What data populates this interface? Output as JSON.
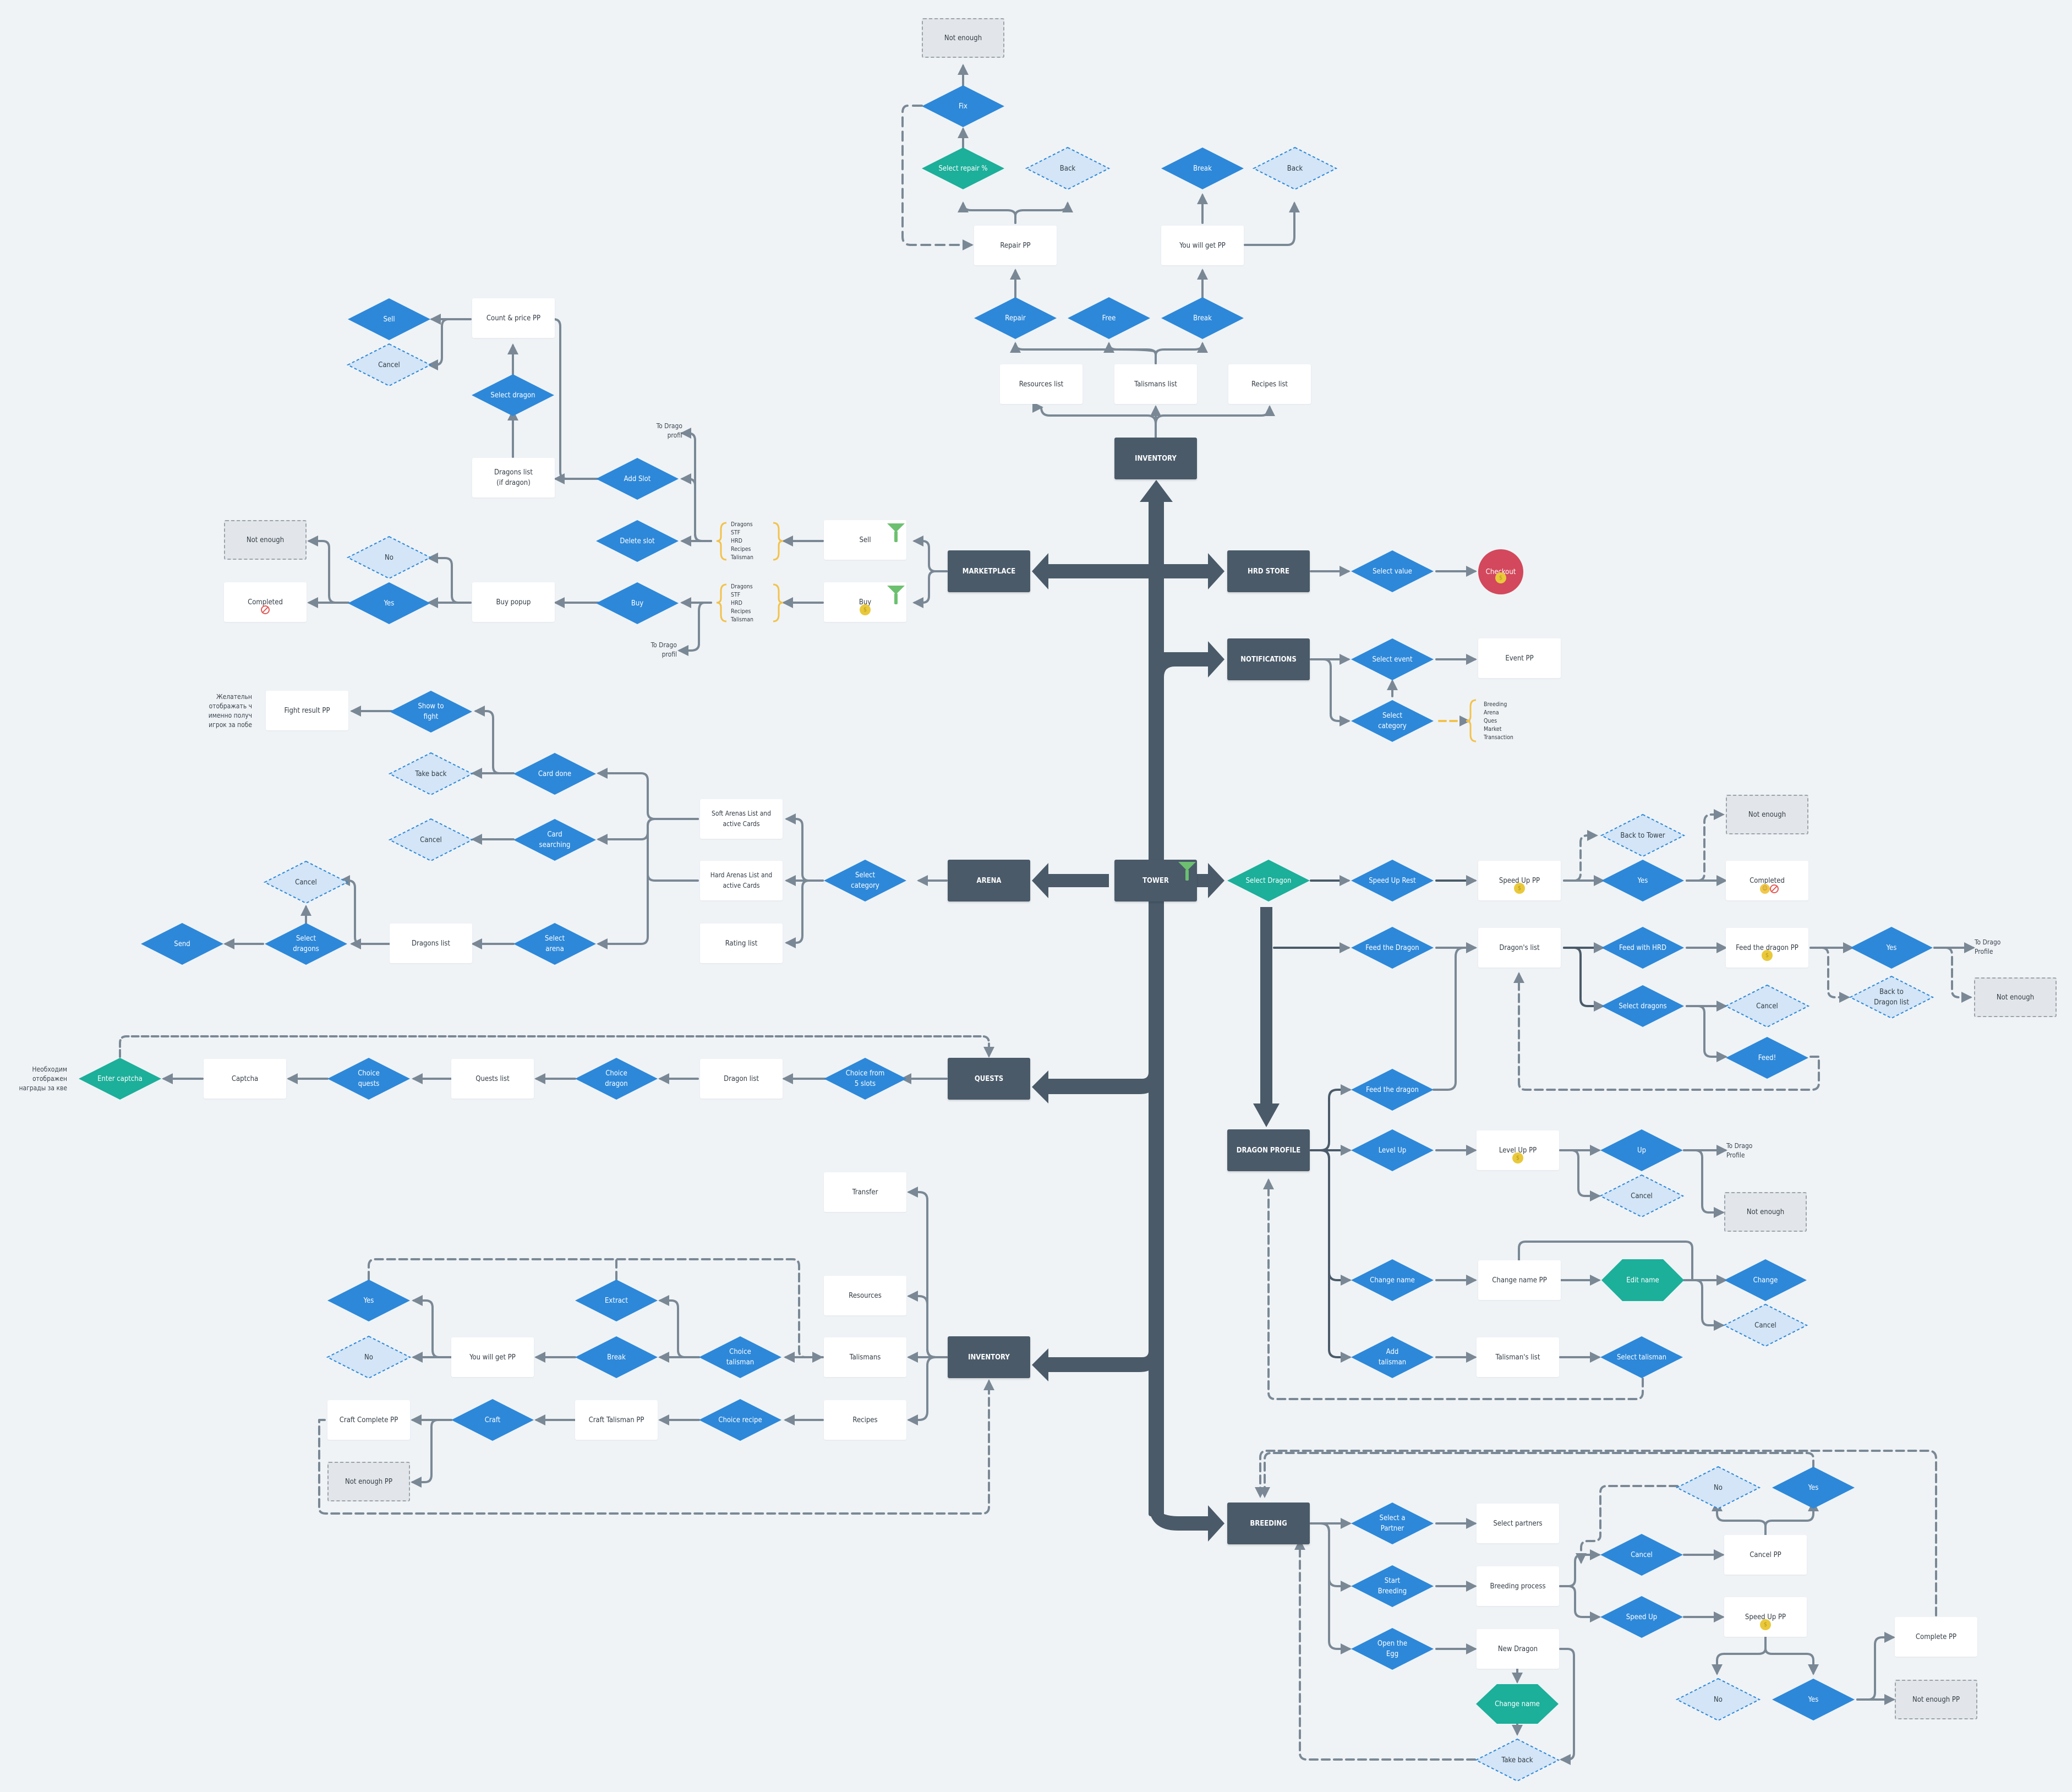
{
  "colors": {
    "background": "#eff3f6",
    "hub": "#4a5a69",
    "decision": "#2d88d9",
    "decision_alt": "#d3e5f6",
    "accent_green": "#1caf9a",
    "checkout": "#d3485c",
    "connector": "#7a8895",
    "list_brace": "#f3c24a",
    "filter": "#6cc070"
  },
  "hubs": {
    "tower": "TOWER",
    "inventory_top": "INVENTORY",
    "marketplace": "MARKETPLACE",
    "hrd_store": "HRD STORE",
    "notifications": "NOTIFICATIONS",
    "arena": "ARENA",
    "quests": "QUESTS",
    "inventory_bottom": "INVENTORY",
    "dragon_profile": "DRAGON PROFILE",
    "breeding": "BREEDING"
  },
  "inventory_top": {
    "not_enough": "Not enough",
    "fix": "Fix",
    "select_repair": "Select repair %",
    "back_1": "Back",
    "break_top": "Break",
    "back_2": "Back",
    "repair_pp": "Repair PP",
    "you_will_get_pp": "You will get PP",
    "repair": "Repair",
    "free": "Free",
    "break": "Break",
    "resources_list": "Resources list",
    "talismans_list": "Talismans list",
    "recipes_list": "Recipes list"
  },
  "marketplace": {
    "sell_decision": "Sell",
    "cancel": "Cancel",
    "count_price_pp": "Count & price PP",
    "select_dragon": "Select dragon",
    "dragons_list": "Dragons list\n(if dragon)",
    "add_slot": "Add Slot",
    "to_drago_profile_1": "To Drago\nprofil",
    "delete_slot": "Delete slot",
    "category_list_sell": "Dragons\nSTF\nHRD\nRecipes\nTalisman",
    "sell": "Sell",
    "not_enough": "Not enough",
    "no": "No",
    "completed": "Completed",
    "yes": "Yes",
    "buy_popup": "Buy popup",
    "buy_decision": "Buy",
    "category_list_buy": "Dragons\nSTF\nHRD\nRecipes\nTalisman",
    "buy": "Buy",
    "to_drago_profile_2": "To Drago\nprofil"
  },
  "hrd_store": {
    "select_value": "Select value",
    "checkout": "Checkout"
  },
  "notifications": {
    "select_event": "Select event",
    "event_pp": "Event PP",
    "select_category": "Select\ncategory",
    "category_list": "Breeding\nArena\nQues\nMarket\nTransaction"
  },
  "arena": {
    "note": "Желательн\nотображать ч\nименно получ\nигрок за побе",
    "fight_result_pp": "Fight result PP",
    "show_to_fight": "Show to\nfight",
    "take_back": "Take back",
    "card_done": "Card done",
    "cancel_1": "Cancel",
    "card_searching": "Card\nsearching",
    "soft_arenas": "Soft Arenas List and\nactive Cards",
    "hard_arenas": "Hard Arenas List and\nactive Cards",
    "rating_list": "Rating list",
    "select_category": "Select\ncategory",
    "cancel_2": "Cancel",
    "send": "Send",
    "select_dragons": "Select\ndragons",
    "dragons_list": "Dragons list",
    "select_arena": "Select\narena"
  },
  "quests": {
    "note": "Необходим\nотображен\nнаграды за кве",
    "enter_captcha": "Enter captcha",
    "captcha": "Captcha",
    "choice_quests": "Choice\nquests",
    "quests_list": "Quests list",
    "choice_dragon": "Choice\ndragon",
    "dragon_list": "Dragon list",
    "choice_from_5": "Choice from\n5 slots"
  },
  "inventory_bottom": {
    "transfer": "Transfer",
    "resources": "Resources",
    "talismans": "Talismans",
    "recipes": "Recipes",
    "yes": "Yes",
    "extract": "Extract",
    "no": "No",
    "you_will_get_pp": "You will get PP",
    "break": "Break",
    "choice_talisman": "Choice\ntalisman",
    "craft_complete_pp": "Craft Complete PP",
    "craft": "Craft",
    "craft_talisman_pp": "Craft Talisman PP",
    "choice_recipe": "Choice recipe",
    "not_enough_pp": "Not enough PP"
  },
  "tower": {
    "select_dragon": "Select Dragon",
    "speed_up_rest": "Speed Up Rest",
    "speed_up_pp": "Speed Up PP",
    "back_to_tower": "Back to Tower",
    "yes": "Yes",
    "not_enough": "Not enough",
    "completed": "Completed",
    "feed_the_dragon": "Feed the Dragon",
    "dragons_list": "Dragon's list",
    "feed_with_hrd": "Feed with HRD",
    "feed_the_dragon_pp": "Feed the dragon PP",
    "yes_2": "Yes",
    "to_drago_profile": "To Drago\nProfile",
    "back_to_dragon_list": "Back to\nDragon list",
    "not_enough_2": "Not enough",
    "select_dragons": "Select dragons",
    "cancel": "Cancel",
    "feed": "Feed!"
  },
  "dragon_profile": {
    "feed_the_dragon": "Feed the dragon",
    "level_up": "Level Up",
    "level_up_pp": "Level Up PP",
    "up": "Up",
    "to_drago_profile": "To Drago\nProfile",
    "cancel": "Cancel",
    "not_enough": "Not enough",
    "change_name": "Change name",
    "change_name_pp": "Change name PP",
    "edit_name": "Edit name",
    "change": "Change",
    "cancel_2": "Cancel",
    "add_talisman": "Add\ntalisman",
    "talismans_list": "Talisman's list",
    "select_talisman": "Select talisman"
  },
  "breeding": {
    "select_partner": "Select a\nPartner",
    "select_partners": "Select partners",
    "start_breeding": "Start\nBreeding",
    "breeding_process": "Breeding process",
    "open_egg": "Open the\nEgg",
    "new_dragon": "New Dragon",
    "change_name": "Change name",
    "take_back": "Take back",
    "no_1": "No",
    "yes_1": "Yes",
    "cancel": "Cancel",
    "cancel_pp": "Cancel PP",
    "speed_up": "Speed Up",
    "speed_up_pp": "Speed Up PP",
    "complete_pp": "Complete PP",
    "no_2": "No",
    "yes_2": "Yes",
    "not_enough_pp": "Not enough PP"
  },
  "icons": {
    "coin": "$",
    "smile": "☺"
  }
}
